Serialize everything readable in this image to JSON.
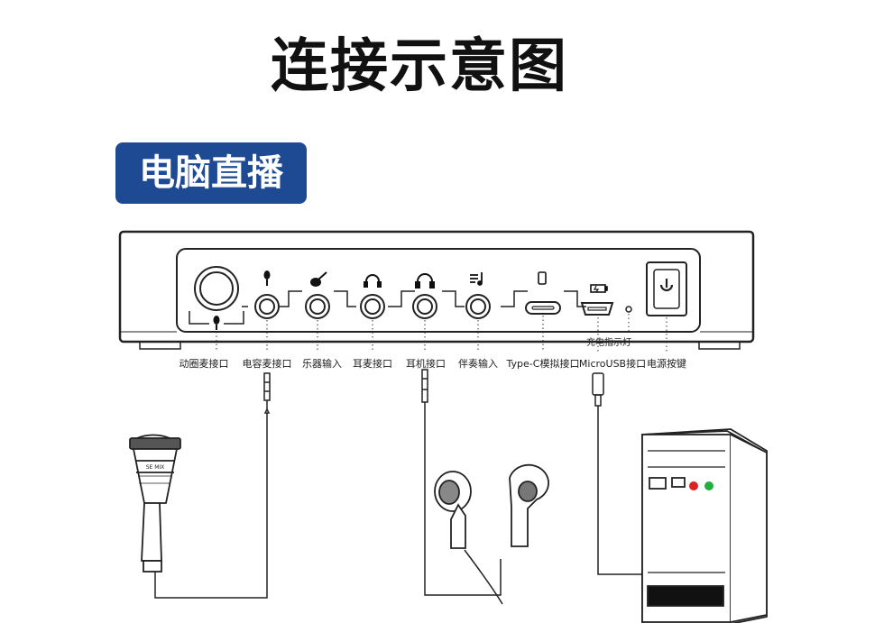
{
  "title": "连接示意图",
  "mode": "电脑直播",
  "ports": [
    {
      "label": "动圈麦接口",
      "icon": "mic-icon"
    },
    {
      "label": "电容麦接口",
      "icon": "mic-icon"
    },
    {
      "label": "乐器输入",
      "icon": "guitar-icon"
    },
    {
      "label": "耳麦接口",
      "icon": "headset-icon"
    },
    {
      "label": "耳机接口",
      "icon": "headphones-icon"
    },
    {
      "label": "伴奏输入",
      "icon": "music-icon"
    },
    {
      "label": "Type-C模拟接口",
      "icon": "phone-icon"
    },
    {
      "label": "MicroUSB接口",
      "icon": "battery-icon"
    },
    {
      "label": "电源按键",
      "icon": "power-icon"
    }
  ],
  "indicator": "充电指示灯",
  "mic_brand": "SE MIX",
  "colors": {
    "badge": "#1e4a93",
    "led_red": "#e02020",
    "led_green": "#20b040"
  }
}
